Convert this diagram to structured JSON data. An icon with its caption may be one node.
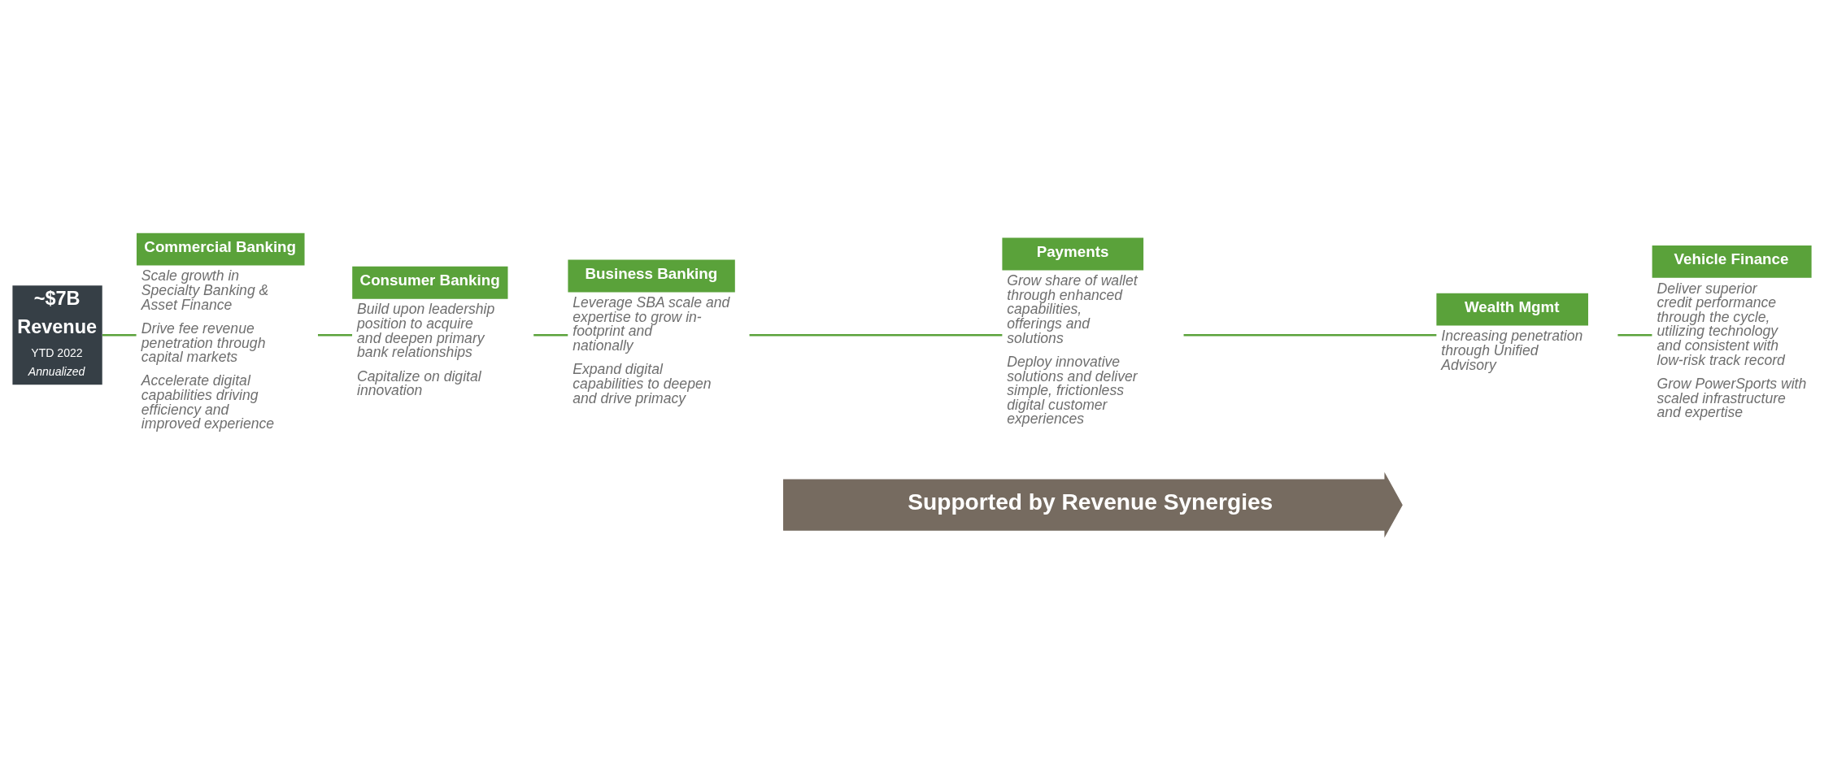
{
  "diagram": {
    "nodes": [
      {
        "text": [
          "~$7B",
          "Revenue",
          "YTD 2022",
          "Annualized"
        ]
      },
      {
        "text": [
          "Commercial Banking"
        ],
        "beside": [
          "Scale growth in Specialty Banking & Asset Finance",
          "Drive fee revenue penetration through capital markets",
          "Accelerate digital capabilities driving efficiency and improved experience"
        ]
      },
      {
        "text": [
          "Consumer Banking"
        ],
        "beside": [
          "Build upon leadership position to acquire and deepen primary bank relationships",
          "Capitalize on digital innovation"
        ]
      },
      {
        "text": [
          "Business Banking"
        ],
        "beside": [
          "Leverage SBA scale and expertise to grow in-footprint and nationally",
          "Expand digital capabilities to deepen and drive primacy"
        ]
      },
      {
        "text": [
          "Payments"
        ],
        "beside": [
          "Grow share of wallet through enhanced capabilities, offerings and solutions",
          "Deploy innovative solutions and deliver simple, frictionless digital customer experiences"
        ]
      },
      {
        "text": [
          "Wealth Mgmt"
        ],
        "beside": [
          "Increasing penetration through Unified Advisory"
        ]
      },
      {
        "text": [
          "Vehicle Finance"
        ],
        "beside": [
          "Deliver superior credit performance through the cycle, utilizing technology and consistent with low-risk track record",
          "Grow PowerSports with scaled infrastructure and expertise"
        ]
      },
      {
        "text": [
          "Supported by Revenue Synergies"
        ]
      }
    ],
    "edges": [
      {
        "from": 0,
        "to": 1,
        "arrow": "none"
      },
      {
        "from": 1,
        "to": 2,
        "arrow": "none"
      },
      {
        "from": 2,
        "to": 3,
        "arrow": "none"
      },
      {
        "from": 3,
        "to": 4,
        "arrow": "none"
      },
      {
        "from": 4,
        "to": 5,
        "arrow": "none"
      },
      {
        "from": 5,
        "to": 6,
        "arrow": "none"
      }
    ]
  }
}
